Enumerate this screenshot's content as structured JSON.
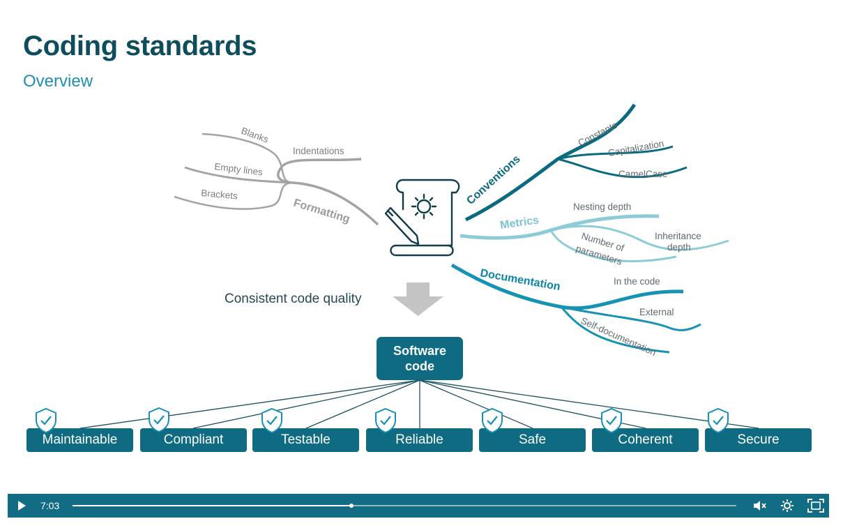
{
  "slide": {
    "title": "Coding standards",
    "subtitle": "Overview"
  },
  "mindmap": {
    "formatting": {
      "label": "Formatting",
      "leaves": [
        "Blanks",
        "Indentations",
        "Empty lines",
        "Brackets"
      ]
    },
    "conventions": {
      "label": "Conventions",
      "leaves": [
        "Constants",
        "Capitalization",
        "CamelCase"
      ]
    },
    "metrics": {
      "label": "Metrics",
      "leaves": [
        "Nesting depth",
        "Inheritance",
        "depth",
        "Number of",
        "parameters"
      ]
    },
    "documentation": {
      "label": "Documentation",
      "leaves": [
        "In the code",
        "External",
        "Self-documentation"
      ]
    },
    "center_icon": "scroll-gear-pencil-icon"
  },
  "flow": {
    "quality_label": "Consistent code quality",
    "arrow_icon": "down-arrow-icon"
  },
  "hierarchy": {
    "root": "Software\ncode",
    "qualities": [
      "Maintainable",
      "Compliant",
      "Testable",
      "Reliable",
      "Safe",
      "Coherent",
      "Secure"
    ],
    "badge_icon": "shield-check-icon"
  },
  "player": {
    "time": "7:03",
    "progress": 0.42,
    "icons": {
      "play": "play-icon",
      "mute": "volume-muted-icon",
      "settings": "gear-icon",
      "fullscreen": "fullscreen-icon"
    }
  },
  "colors": {
    "title": "#0e4d5e",
    "subtitle": "#1e8fae",
    "box": "#0f6b82",
    "conventions": "#0b6a80",
    "metrics": "#7ec3d1",
    "documentation": "#0b86a8",
    "formatting": "#9b9b9b",
    "player_bar": "#116c84"
  }
}
